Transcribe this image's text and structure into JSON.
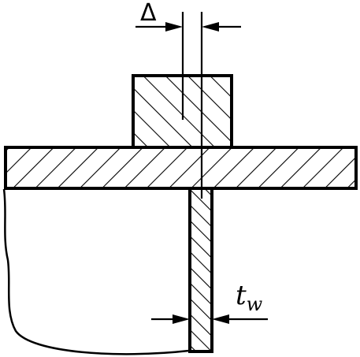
{
  "labels": {
    "delta": "Δ",
    "tw_main": "t",
    "tw_sub": "w"
  },
  "colors": {
    "line": "#000000",
    "background": "#ffffff"
  }
}
